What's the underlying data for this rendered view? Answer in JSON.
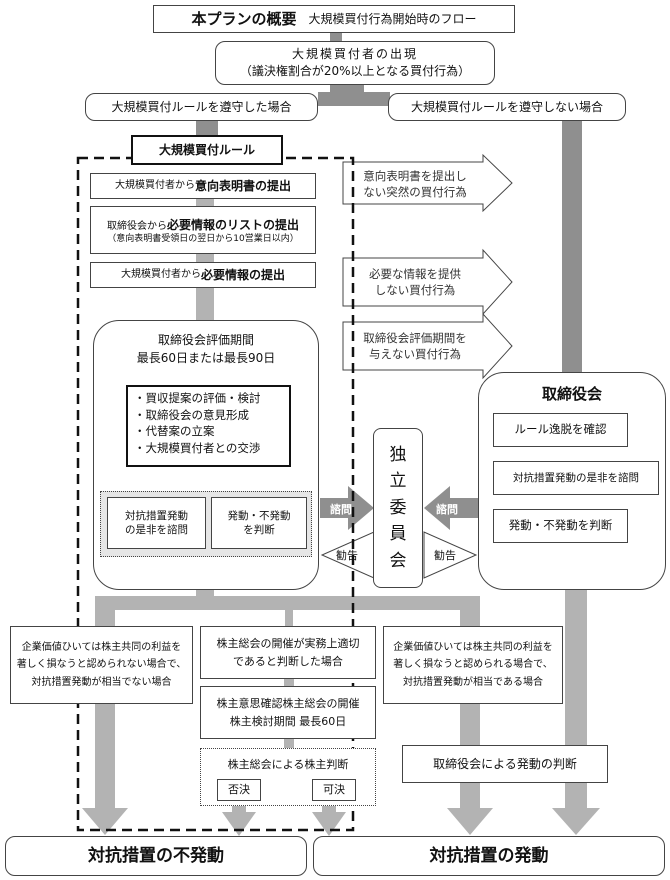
{
  "header": {
    "title": "本プランの概要",
    "subtitle": "大規模買付行為開始時のフロー"
  },
  "appearance": {
    "line1": "大規模買付者の出現",
    "line2": "（議決権割合が20%以上となる買付行為）"
  },
  "branches": {
    "comply": "大規模買付ルールを遵守した場合",
    "not_comply": "大規模買付ルールを遵守しない場合"
  },
  "rule_box": {
    "title": "大規模買付ルール"
  },
  "steps": {
    "step1": {
      "pre": "大規模買付者から",
      "main": "意向表明書の提出"
    },
    "step2": {
      "pre": "取締役会から",
      "main": "必要情報のリストの提出",
      "note": "（意向表明書受領日の翌日から10営業日以内）"
    },
    "step3": {
      "pre": "大規模買付者から",
      "main": "必要情報の提出"
    }
  },
  "evaluation": {
    "title": "取締役会評価期間",
    "period": "最長60日または最長90日",
    "tasks": [
      "・買収提案の評価・検討",
      "・取締役会の意見形成",
      "・代替案の立案",
      "・大規模買付者との交渉"
    ],
    "sub_left": {
      "l1": "対抗措置発動",
      "l2": "の是非を諮問"
    },
    "sub_right": {
      "l1": "発動・不発動",
      "l2": "を判断"
    }
  },
  "violations": [
    {
      "l1": "意向表明書を提出し",
      "l2": "ない突然の買付行為"
    },
    {
      "l1": "必要な情報を提供",
      "l2": "しない買付行為"
    },
    {
      "l1": "取締役会評価期間を",
      "l2": "与えない買付行為"
    }
  ],
  "committee": {
    "chars": [
      "独",
      "立",
      "委",
      "員",
      "会"
    ]
  },
  "arrows": {
    "consult_left": "諮問",
    "consult_right": "諮問",
    "advise_left": "勧告",
    "advise_right": "勧告"
  },
  "board": {
    "title": "取締役会",
    "items": [
      "ルール逸脱を確認",
      "対抗措置発動の是非を諮問",
      "発動・不発動を判断"
    ]
  },
  "outcomes": {
    "no_harm": {
      "l1": "企業価値ひいては株主共同の利益を",
      "l2": "著しく損なうと認められない場合で、",
      "l3": "対抗措置発動が相当でない場合"
    },
    "meeting_practical": {
      "l1": "株主総会の開催が実務上適切",
      "l2": "であると判断した場合"
    },
    "harm": {
      "l1": "企業価値ひいては株主共同の利益を",
      "l2": "著しく損なうと認められる場合で、",
      "l3": "対抗措置発動が相当である場合"
    },
    "meeting_held": {
      "l1": "株主意思確認株主総会の開催",
      "l2": "株主検討期間 最長60日"
    },
    "vote": {
      "title": "株主総会による株主判断",
      "reject": "否決",
      "approve": "可決"
    },
    "board_decision": "取締役会による発動の判断"
  },
  "results": {
    "not_invoked": "対抗措置の不発動",
    "invoked": "対抗措置の発動"
  },
  "colors": {
    "arrow_gray": "#b3b3b3",
    "dark_gray": "#8f8f8f",
    "border": "#444444"
  }
}
